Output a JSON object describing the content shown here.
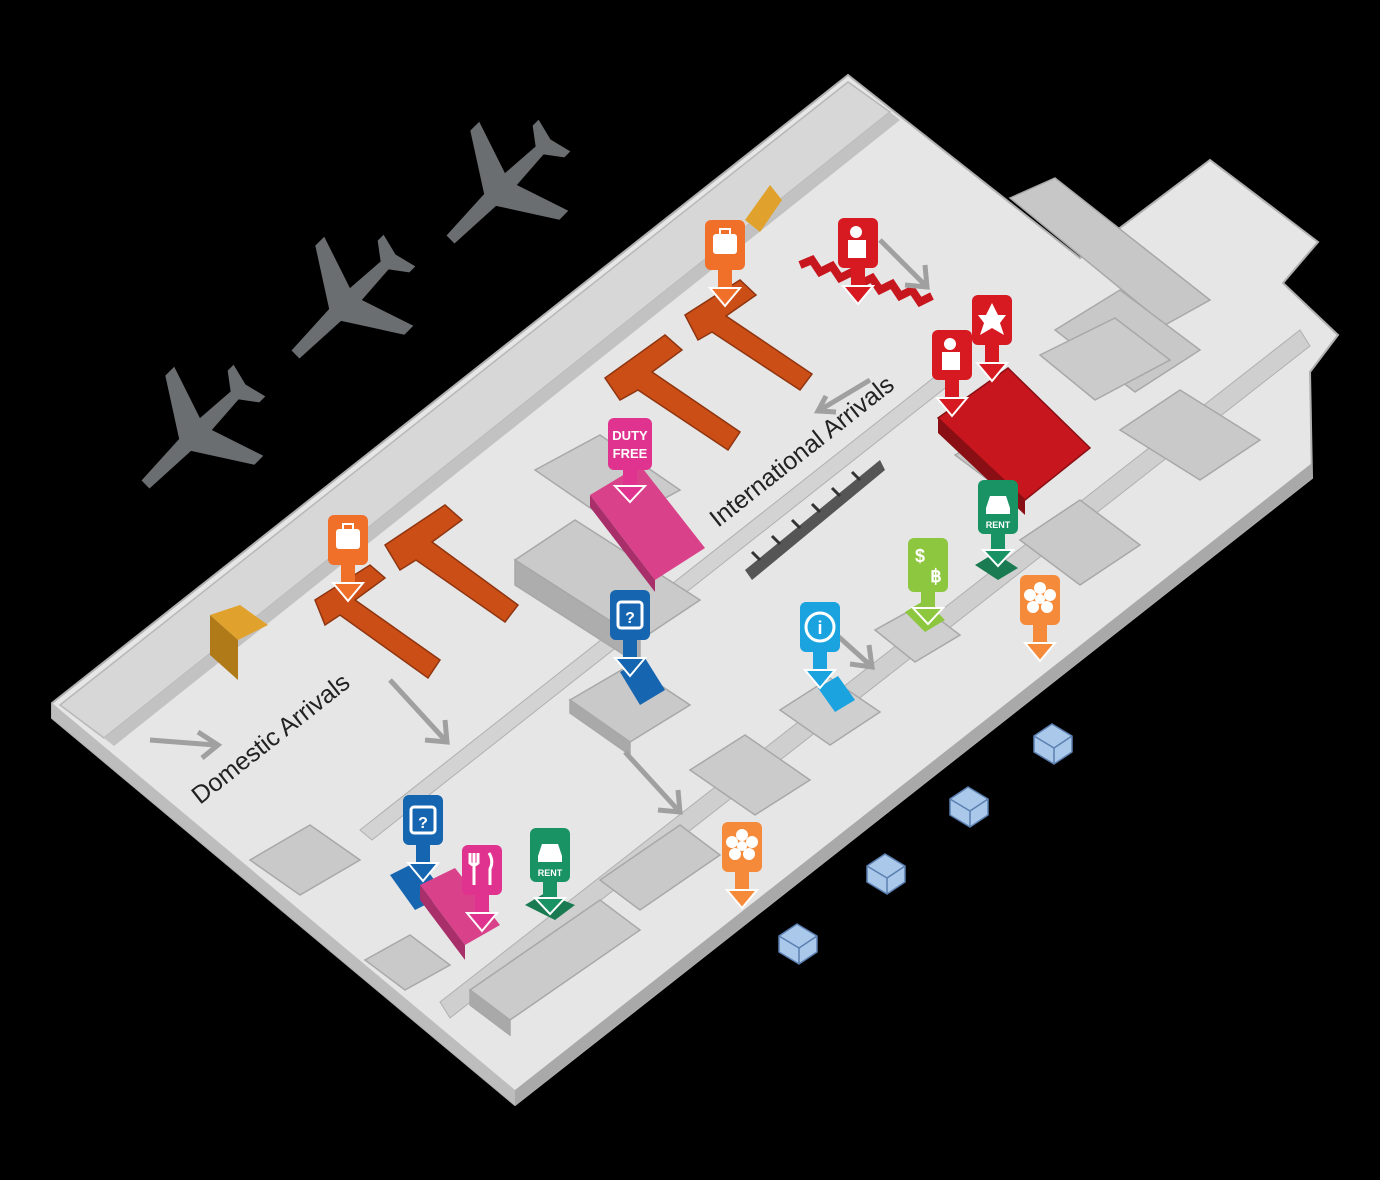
{
  "labels": {
    "domestic_arrivals": "Domestic Arrivals",
    "international_arrivals": "International Arrivals"
  },
  "markers": {
    "duty_free_line1": "DUTY",
    "duty_free_line2": "FREE",
    "rent": "RENT"
  },
  "colors": {
    "background": "#000000",
    "floor": "#e6e6e6",
    "wall": "#cfcfcf",
    "baggage_belt": "#cc4e17",
    "baggage_pin": "#f0702a",
    "immigration": "#c8161e",
    "duty_free": "#d9418a",
    "lost_luggage": "#1565b0",
    "information": "#1ba3e0",
    "car_rental": "#1a9364",
    "money_exchange": "#8dc63f",
    "florist": "#f58a3a",
    "airplane": "#6b6e70",
    "taxi": "#a9c8ea",
    "ramp": "#e0a22c"
  },
  "icons": [
    "airplane-icon",
    "baggage-claim-icon",
    "immigration-officer-icon",
    "customs-star-icon",
    "duty-free-icon",
    "lost-luggage-icon",
    "restaurant-icon",
    "car-rental-icon",
    "information-icon",
    "currency-exchange-icon",
    "florist-icon",
    "taxi-icon"
  ]
}
